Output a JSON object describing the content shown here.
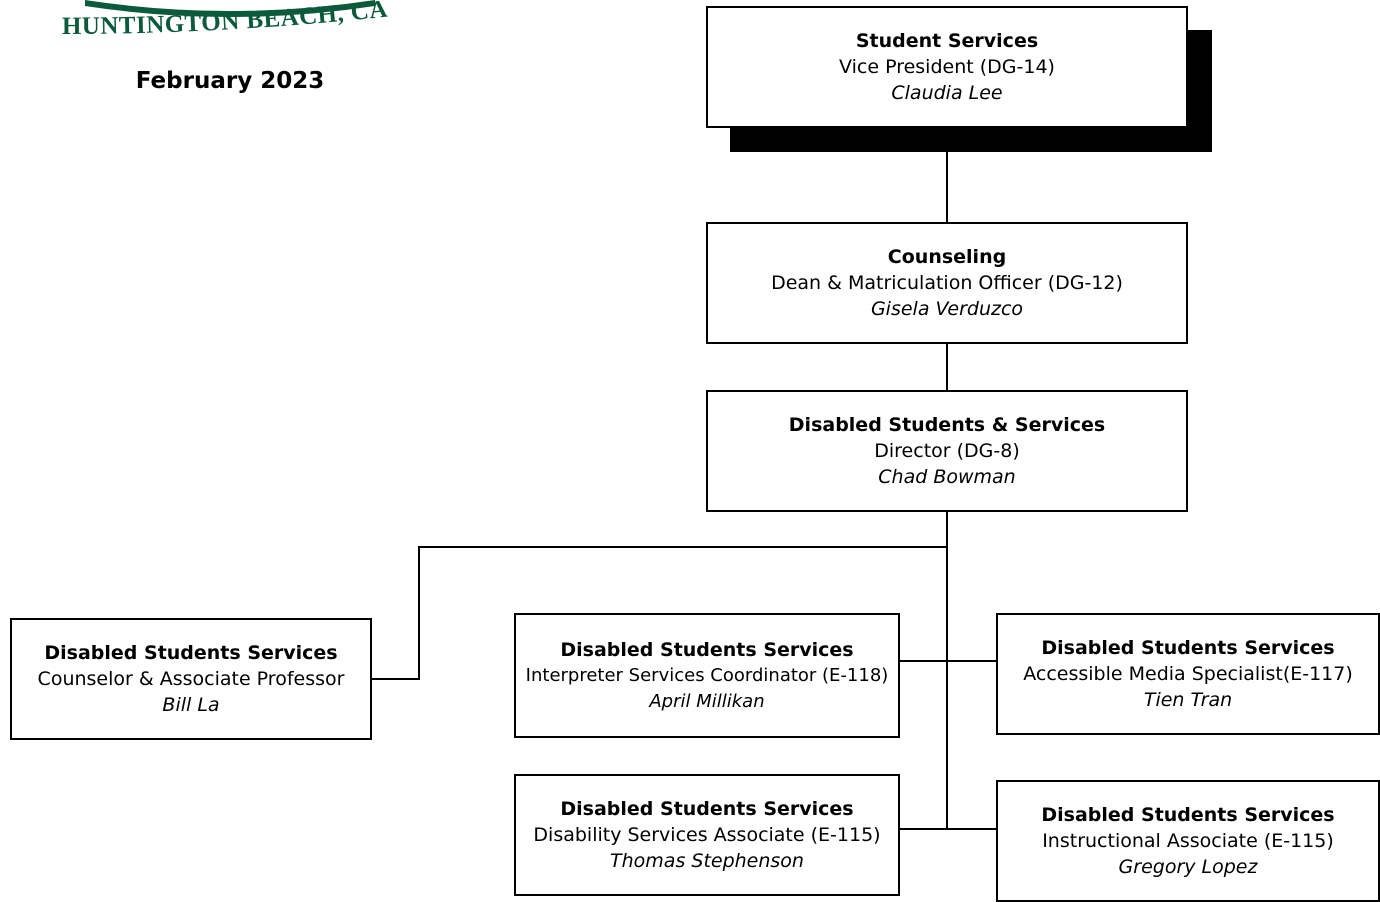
{
  "header": {
    "location": "HUNTINGTON BEACH, CA",
    "date": "February 2023",
    "logo_color": "#0c5a3c"
  },
  "org": {
    "vp": {
      "title": "Student Services",
      "role": "Vice President (DG-14)",
      "name": "Claudia Lee"
    },
    "dean": {
      "title": "Counseling",
      "role": "Dean & Matriculation Officer (DG-12)",
      "name": "Gisela Verduzco"
    },
    "director": {
      "title": "Disabled Students & Services",
      "role": "Director (DG-8)",
      "name": "Chad Bowman"
    },
    "counselor": {
      "title": "Disabled Students Services",
      "role": "Counselor & Associate Professor",
      "name": "Bill La"
    },
    "interpreter": {
      "title": "Disabled Students Services",
      "role": "Interpreter Services Coordinator (E-118)",
      "name": "April Millikan"
    },
    "media": {
      "title": "Disabled Students Services",
      "role": "Accessible Media Specialist(E-117)",
      "name": "Tien Tran"
    },
    "disability_assoc": {
      "title": "Disabled Students Services",
      "role": "Disability Services Associate (E-115)",
      "name": "Thomas Stephenson"
    },
    "instructional": {
      "title": "Disabled Students Services",
      "role": "Instructional Associate (E-115)",
      "name": "Gregory Lopez"
    }
  }
}
